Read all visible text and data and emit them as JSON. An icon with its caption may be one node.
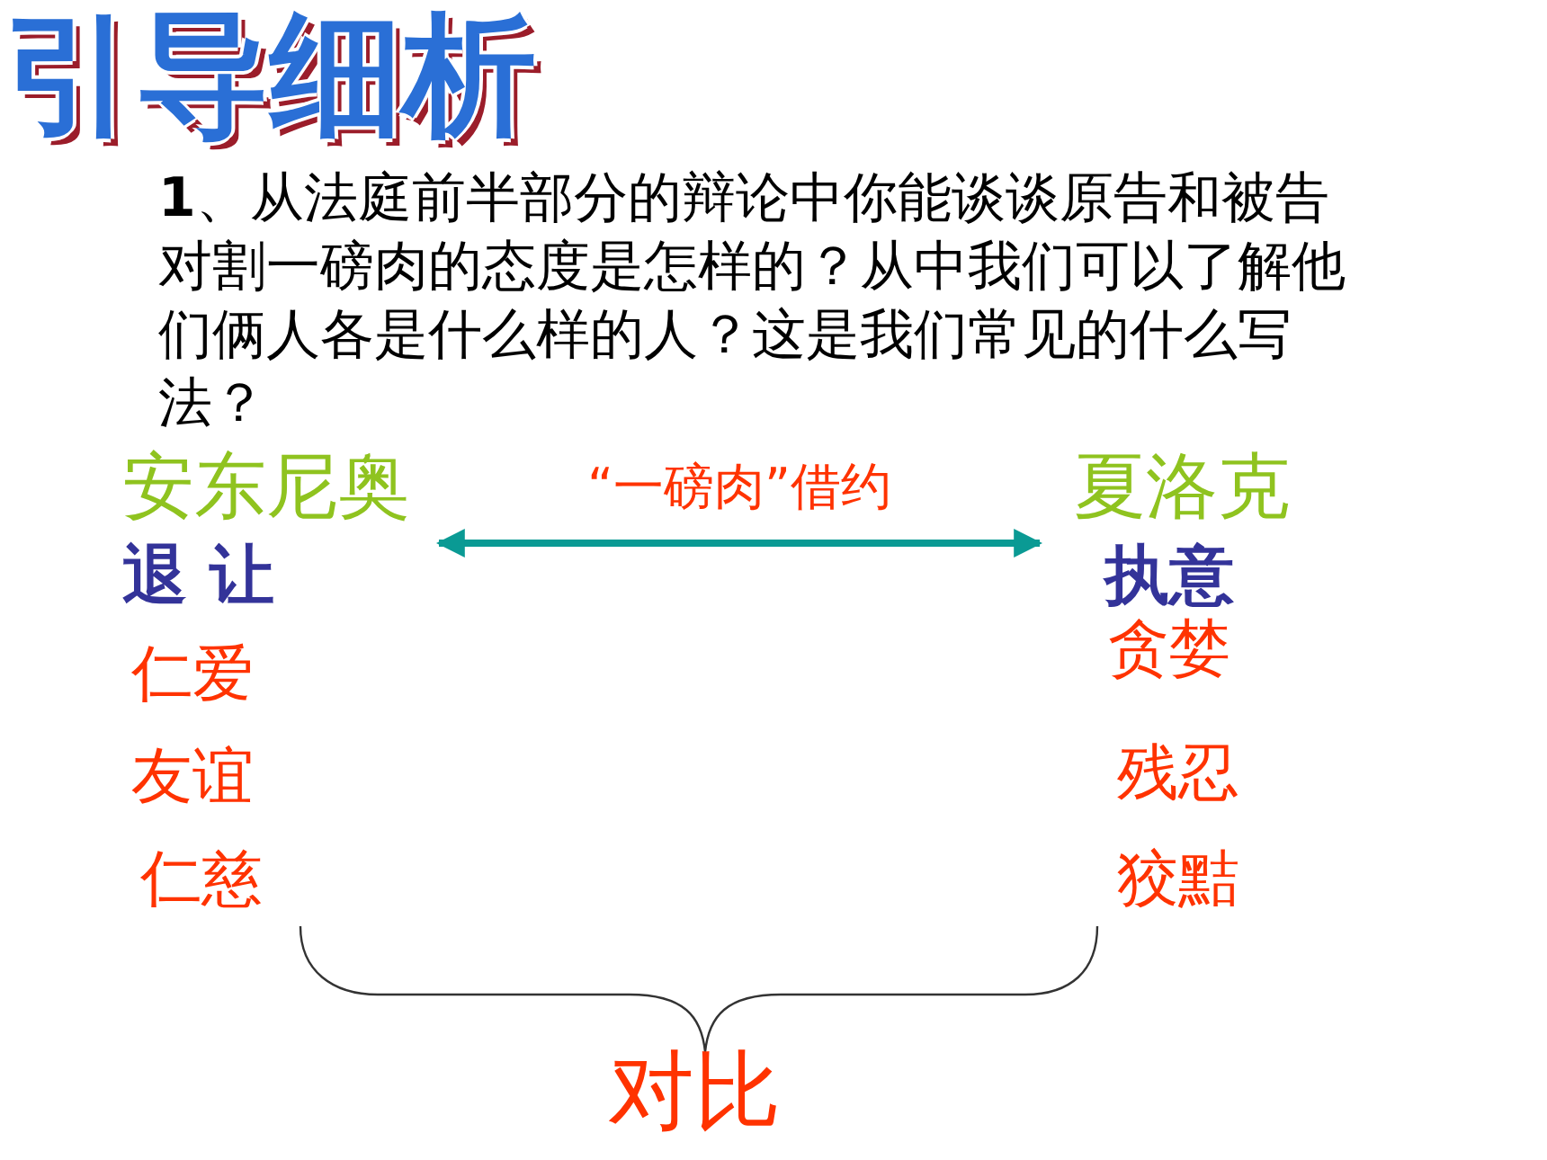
{
  "diagram": {
    "title": "引导细析",
    "nodes": [
      {
        "text": [
          "安东尼奥"
        ]
      },
      {
        "text": [
          "夏洛克"
        ]
      }
    ],
    "edges": [
      {
        "from": 0,
        "to": 1,
        "arrow": "both",
        "label": "“一磅肉”借约"
      }
    ],
    "labels": [
      "**1**、从法庭前半部分的辩论中你能谈谈原告和被告对割一磅肉的态度是怎样的？从中我们可以了解他们俩人各是什么样的人？这是我们常见的什么写法？",
      "退 让",
      "执意",
      "仁爱",
      "贪婪",
      "友谊",
      "残忍",
      "仁慈",
      "狡黠",
      "对比"
    ]
  }
}
